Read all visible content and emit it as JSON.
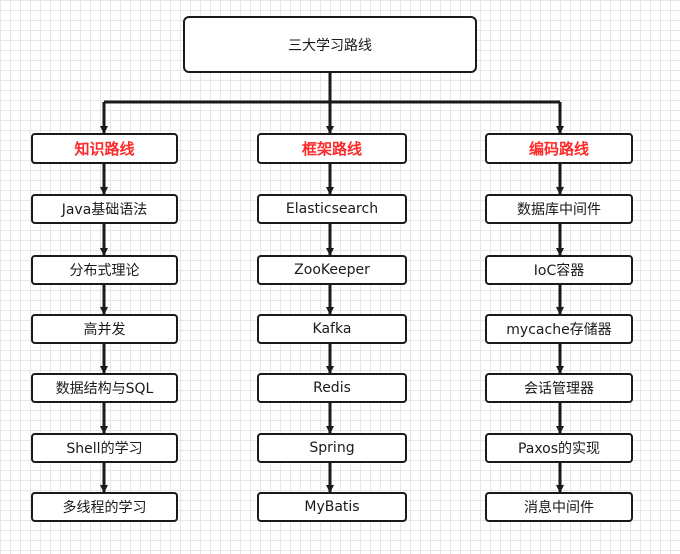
{
  "root": {
    "label": "三大学习路线"
  },
  "columns": [
    {
      "title": "知识路线",
      "items": [
        "Java基础语法",
        "分布式理论",
        "高并发",
        "数据结构与SQL",
        "Shell的学习",
        "多线程的学习"
      ]
    },
    {
      "title": "框架路线",
      "items": [
        "Elasticsearch",
        "ZooKeeper",
        "Kafka",
        "Redis",
        "Spring",
        "MyBatis"
      ]
    },
    {
      "title": "编码路线",
      "items": [
        "数据库中间件",
        "IoC容器",
        "mycache存储器",
        "会话管理器",
        "Paxos的实现",
        "消息中间件"
      ]
    }
  ],
  "colors": {
    "header_text": "#ff2a2a",
    "border": "#1a1a1a",
    "grid": "#e6e6e6"
  }
}
